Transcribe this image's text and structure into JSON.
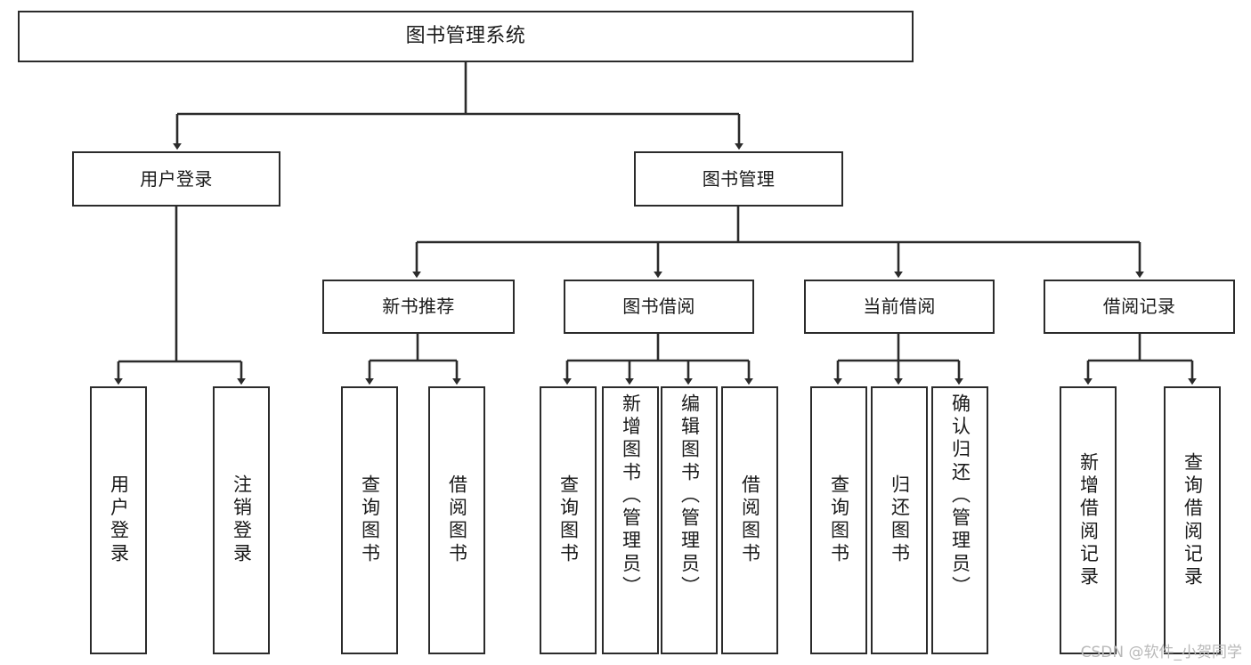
{
  "diagram": {
    "type": "tree-hierarchy-diagram",
    "title": "图书管理系统",
    "theme": {
      "stroke": "#2b2b2b",
      "fill": "#ffffff",
      "text": "#1a1a1a",
      "watermark_color": "#b9b9b9"
    },
    "root": {
      "label": "图书管理系统"
    },
    "level2": [
      {
        "label": "用户登录"
      },
      {
        "label": "图书管理"
      }
    ],
    "level3": [
      {
        "label": "新书推荐"
      },
      {
        "label": "图书借阅"
      },
      {
        "label": "当前借阅"
      },
      {
        "label": "借阅记录"
      }
    ],
    "leaves": {
      "user_login": [
        {
          "label": "用户登录"
        },
        {
          "label": "注销登录"
        }
      ],
      "new_book_recommend": [
        {
          "label": "查询图书"
        },
        {
          "label": "借阅图书"
        }
      ],
      "book_borrow": [
        {
          "label": "查询图书"
        },
        {
          "label": "新增图书（管理员）"
        },
        {
          "label": "编辑图书（管理员）"
        },
        {
          "label": "借阅图书"
        }
      ],
      "current_borrow": [
        {
          "label": "查询图书"
        },
        {
          "label": "归还图书"
        },
        {
          "label": "确认归还（管理员）"
        }
      ],
      "borrow_records": [
        {
          "label": "新增借阅记录"
        },
        {
          "label": "查询借阅记录"
        }
      ]
    }
  },
  "watermark": {
    "text": "CSDN @软件_小贺同学"
  }
}
